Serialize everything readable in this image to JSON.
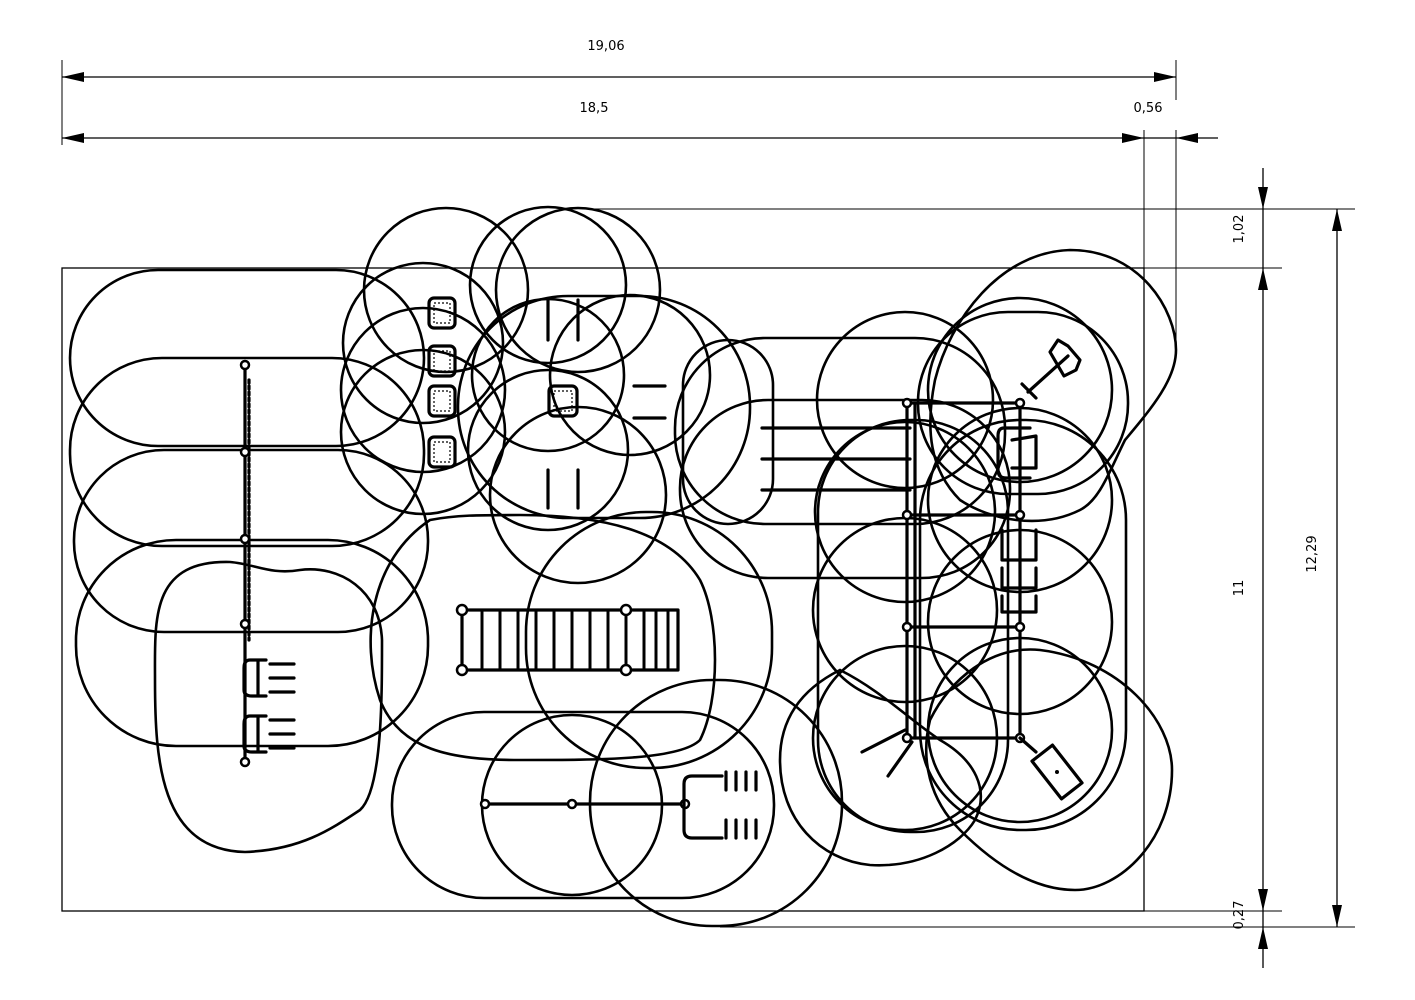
{
  "dimensions": {
    "total_width": "19,06",
    "base_width": "18,5",
    "right_offset": "0,56",
    "top_offset": "1,02",
    "base_height": "11",
    "bottom_offset": "0,27",
    "total_height": "12,29"
  },
  "colors": {
    "line": "#000000",
    "background": "#ffffff"
  }
}
